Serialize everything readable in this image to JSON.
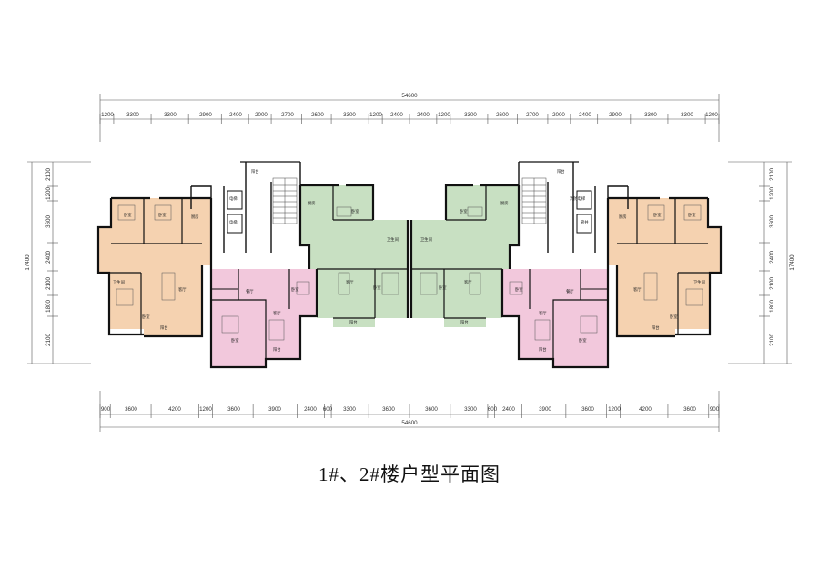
{
  "title": "1#、2#楼户型平面图",
  "overall": "54600",
  "top_dims": [
    "1200",
    "3300",
    "3300",
    "2900",
    "2400",
    "2000",
    "2700",
    "2600",
    "3300",
    "1200",
    "2400",
    "2400",
    "1200",
    "3300",
    "2600",
    "2700",
    "2000",
    "2400",
    "2900",
    "3300",
    "3300",
    "1200"
  ],
  "bottom_dims": [
    "900",
    "3600",
    "4200",
    "1200",
    "3600",
    "3900",
    "2400",
    "600",
    "3300",
    "3600",
    "3600",
    "3300",
    "600",
    "2400",
    "3900",
    "3600",
    "1200",
    "4200",
    "3600",
    "900"
  ],
  "side_dims": [
    "2100",
    "1200",
    "3600",
    "2400",
    "2100",
    "1800",
    "2100"
  ],
  "side_total": "17400",
  "room_labels": {
    "bedroom": "卧室",
    "living": "客厅",
    "dining": "餐厅",
    "kitchen": "厨房",
    "bath": "卫生间",
    "balcony": "阳台",
    "elevator": "电梯",
    "elevator_hall": "电梯厅",
    "stairs": "楼梯",
    "shaft": "管井",
    "fire_elevator": "消防电梯"
  },
  "colors": {
    "unit_a": "#f5d2b0",
    "unit_b": "#f2c8dc",
    "unit_c": "#c8e0c2",
    "wall": "#111111"
  }
}
